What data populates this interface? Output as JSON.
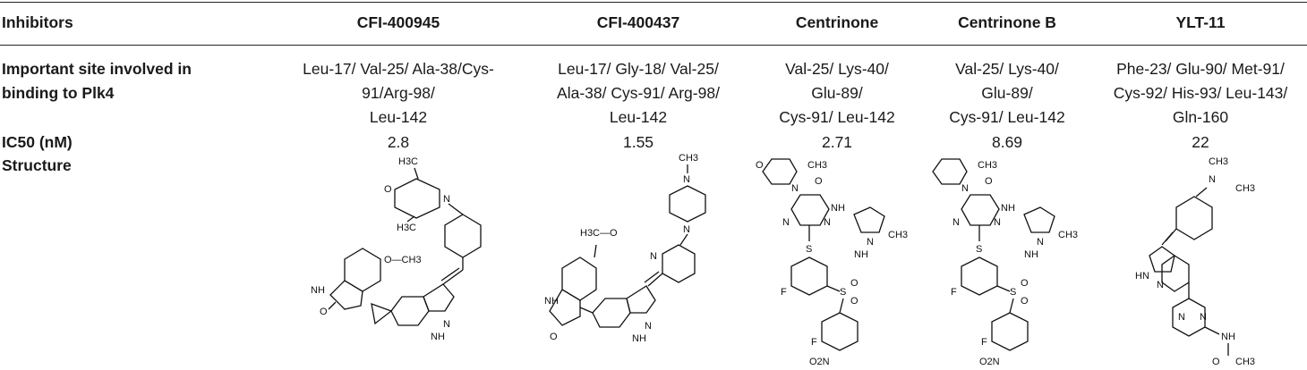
{
  "table": {
    "header": {
      "label": "Inhibitors",
      "columns": [
        "CFI-400945",
        "CFI-400437",
        "Centrinone",
        "Centrinone B",
        "YLT-11"
      ]
    },
    "rows": [
      {
        "label_lines": [
          "Important site involved in",
          "binding to Plk4"
        ],
        "cells": [
          [
            "Leu-17/ Val-25/ Ala-38/Cys-",
            "91/Arg-98/",
            "Leu-142"
          ],
          [
            "Leu-17/ Gly-18/ Val-25/",
            "Ala-38/ Cys-91/ Arg-98/",
            "Leu-142"
          ],
          [
            "Val-25/ Lys-40/",
            "Glu-89/",
            "Cys-91/ Leu-142"
          ],
          [
            "Val-25/ Lys-40/",
            "Glu-89/",
            "Cys-91/ Leu-142"
          ],
          [
            "Phe-23/ Glu-90/ Met-91/",
            "Cys-92/ His-93/ Leu-143/",
            "Gln-160"
          ]
        ]
      },
      {
        "label": "IC50 (nM)",
        "cells": [
          "2.8",
          "1.55",
          "2.71",
          "8.69",
          "22"
        ]
      },
      {
        "label": "Structure"
      }
    ]
  },
  "structure_labels": {
    "cfi400945": {
      "methyl_a": "H3C",
      "methyl_b": "H3C",
      "o": "O",
      "n": "N",
      "methoxy": "O—CH3",
      "nh": "NH",
      "oxo": "O",
      "n2": "N",
      "nh2": "NH"
    },
    "cfi400437": {
      "methyl": "CH3",
      "n_pip1": "N",
      "n_pip2": "N",
      "n_pyr": "N",
      "methoxy": "H3C—O",
      "nh": "NH",
      "oxo": "O",
      "n2": "N",
      "nh2": "NH"
    },
    "centrinone": {
      "o_morph": "O",
      "n_morph": "N",
      "ch3": "CH3",
      "o": "O",
      "n1": "N",
      "n2": "N",
      "nh": "NH",
      "pyr_n": "N",
      "pyr_nh": "NH",
      "ch3b": "CH3",
      "s": "S",
      "f": "F",
      "so2_s": "S",
      "so2_o1": "O",
      "so2_o2": "O",
      "f2": "F",
      "no2": "O2N"
    },
    "centrinoneb": {
      "n_pip": "N",
      "ch3": "CH3",
      "o": "O",
      "n1": "N",
      "n2": "N",
      "nh": "NH",
      "pyr_n": "N",
      "pyr_nh": "NH",
      "ch3b": "CH3",
      "s": "S",
      "f": "F",
      "so2_s": "S",
      "so2_o1": "O",
      "so2_o2": "O",
      "f2": "F",
      "no2": "O2N"
    },
    "ylt11": {
      "ch3a": "CH3",
      "n": "N",
      "ch3b": "CH3",
      "n2": "N",
      "nh": "HN",
      "pyrim_n1": "N",
      "pyrim_n2": "N",
      "nh2": "NH",
      "o": "O",
      "ch3c": "CH3"
    }
  }
}
